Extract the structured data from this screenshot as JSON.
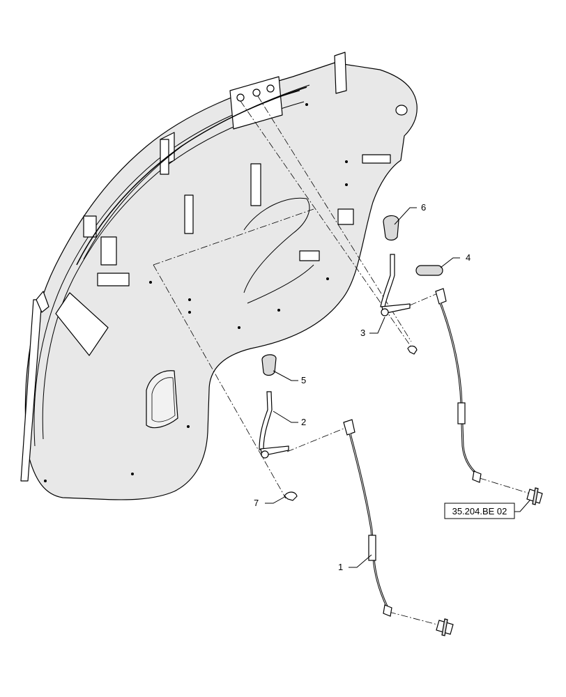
{
  "callouts": {
    "item1": "1",
    "item2": "2",
    "item3": "3",
    "item4": "4",
    "item5": "5",
    "item6": "6",
    "item7": "7"
  },
  "reference": {
    "label": "35.204.BE 02"
  },
  "colors": {
    "line": "#000000",
    "panel_fill": "#e6e6e6",
    "part_fill": "#d9d9d9"
  }
}
